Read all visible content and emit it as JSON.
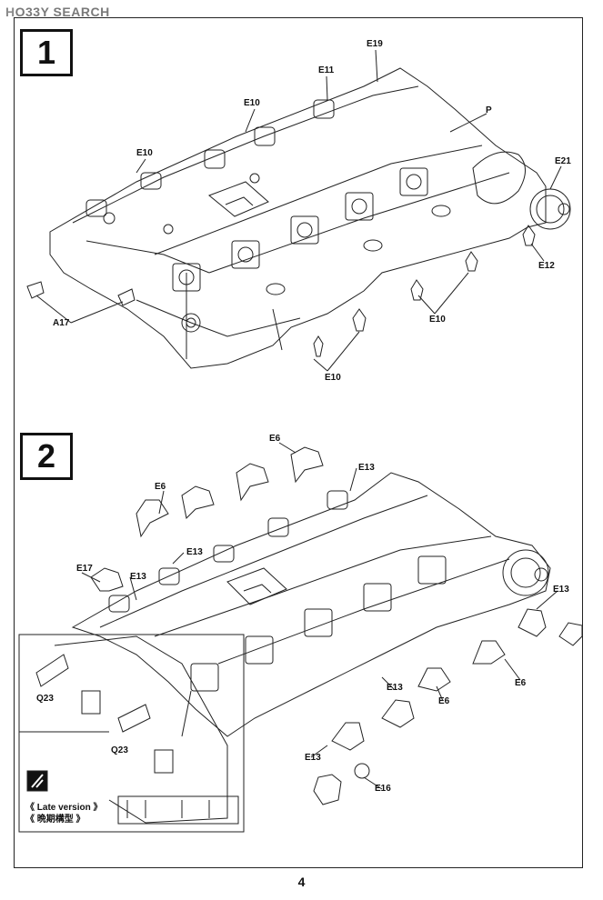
{
  "watermark": {
    "logo_h": "H",
    "logo_rest": "O33Y SEARCH"
  },
  "steps": [
    {
      "number": "1"
    },
    {
      "number": "2"
    }
  ],
  "step1_labels": {
    "e19": "E19",
    "e11": "E11",
    "e10a": "E10",
    "e10b": "E10",
    "p": "P",
    "e21": "E21",
    "e12": "E12",
    "e10c": "E10",
    "e10d": "E10",
    "a17": "A17"
  },
  "step2_labels": {
    "e6a": "E6",
    "e13a": "E13",
    "e6b": "E6",
    "e13b": "E13",
    "e17": "E17",
    "e13c": "E13",
    "e13d": "E13",
    "e6c": "E6",
    "e6d": "E6",
    "e13e": "E13",
    "e16": "E16",
    "q23a": "Q23",
    "q23b": "Q23",
    "e13f": "E13"
  },
  "inset": {
    "caption_en": "《  Late version  》",
    "caption_jp": "《   晩期構型   》"
  },
  "page_number": "4"
}
